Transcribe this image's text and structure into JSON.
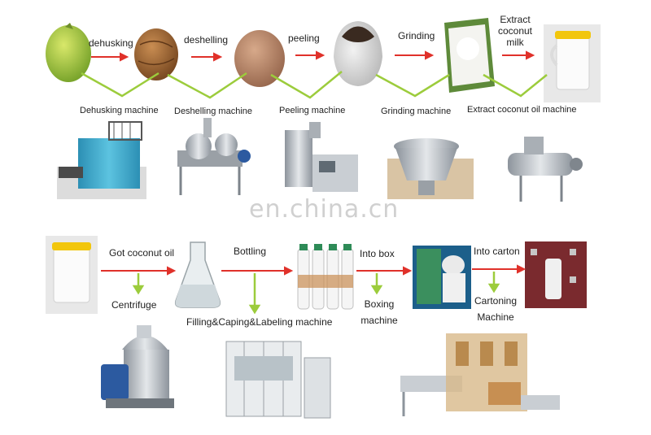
{
  "colors": {
    "arrow_red": "#e0312a",
    "arrow_green": "#9ccc3c",
    "coconut_green": "#8fb63a",
    "coconut_brown": "#8a5a30",
    "machine_blue": "#3aa7c9",
    "steel": "#b9bec4"
  },
  "row1": {
    "steps": [
      {
        "id": "dehusking",
        "label": "dehusking"
      },
      {
        "id": "deshelling",
        "label": "deshelling"
      },
      {
        "id": "peeling",
        "label": "peeling"
      },
      {
        "id": "grinding",
        "label": "Grinding"
      },
      {
        "id": "extract",
        "label_lines": [
          "Extract",
          "coconut",
          "milk"
        ]
      }
    ],
    "machines": [
      "Dehusking machine",
      "Deshelling machine",
      "Peeling machine",
      "Grinding machine",
      "Extract coconut oil machine"
    ]
  },
  "row2": {
    "steps": [
      {
        "id": "got_oil",
        "label": "Got coconut oil"
      },
      {
        "id": "bottling",
        "label": "Bottling"
      },
      {
        "id": "into_box",
        "label": "Into box"
      },
      {
        "id": "into_carton",
        "label": "Into carton"
      }
    ],
    "sub_labels": {
      "centrifuge": "Centrifuge",
      "filling": "Filling&Caping&Labeling machine",
      "boxing": [
        "Boxing",
        "machine"
      ],
      "cartoning": [
        "Cartoning",
        "Machine"
      ]
    }
  },
  "watermark": "en.china.cn"
}
